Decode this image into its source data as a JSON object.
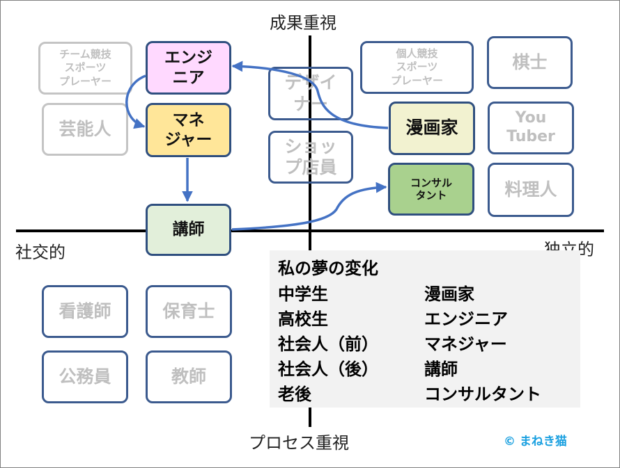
{
  "axes": {
    "top": "成果重視",
    "bottom": "プロセス重視",
    "left": "社交的",
    "right": "独立的"
  },
  "careers": {
    "team_sports": "チーム競技\nスポーツ\nプレーヤー",
    "engineer": "エンジ\nニア",
    "designer": "デザイ\nナー",
    "individual_sports": "個人競技\nスポーツ\nプレーヤー",
    "shogi": "棋士",
    "entertainer": "芸能人",
    "manager": "マネ\nジャー",
    "manga": "漫画家",
    "youtuber": "You\nTuber",
    "shop": "ショッ\nプ店員",
    "consultant": "コンサル\nタント",
    "cook": "料理人",
    "lecturer": "講師",
    "nurse": "看護師",
    "childcare": "保育士",
    "civil_servant": "公務員",
    "teacher": "教師"
  },
  "colors": {
    "engineer": "#ffd9ff",
    "manager": "#ffe699",
    "manga": "#f2f2d0",
    "consultant": "#a9d18e",
    "lecturer": "#e2efda",
    "arrow": "#4472c4"
  },
  "summary": {
    "title": "私の夢の変化",
    "rows": [
      {
        "stage": "中学生",
        "dream": "漫画家"
      },
      {
        "stage": "高校生",
        "dream": "エンジニア"
      },
      {
        "stage": "社会人（前）",
        "dream": "マネジャー"
      },
      {
        "stage": "社会人（後）",
        "dream": "講師"
      },
      {
        "stage": "老後",
        "dream": "コンサルタント"
      }
    ]
  },
  "copyright": "© まねき猫"
}
